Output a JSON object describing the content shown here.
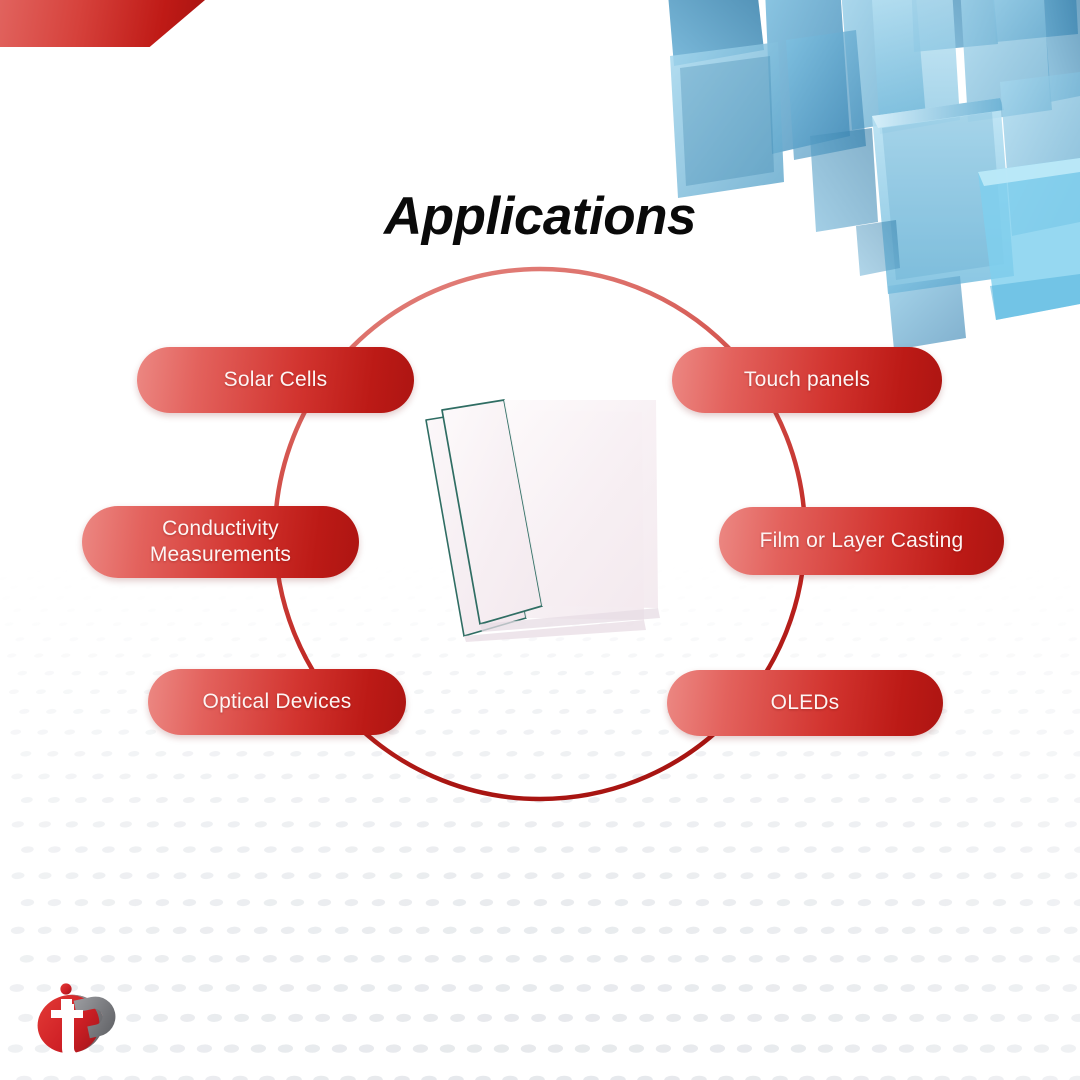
{
  "page": {
    "title": "Applications",
    "background_color": "#ffffff"
  },
  "decor": {
    "top_banner": {
      "name": "red-angled-banner",
      "color_light": "#e1635e",
      "color_dark": "#a81411"
    },
    "glass_panels": {
      "name": "blue-glass-panels",
      "color_light": "#9fd4ec",
      "color_mid": "#5ba6cd",
      "color_dark": "#2d7ba6"
    },
    "dot_pattern": {
      "name": "halftone-dot-field",
      "color": "#e4e6ea"
    },
    "center_graphic": {
      "name": "stacked-film-sheets",
      "edge_color": "#2f6d63",
      "face_color": "#fbf6f8"
    },
    "ring": {
      "name": "red-circle-outline",
      "color_light": "#e07a74",
      "color_dark": "#b71a16"
    }
  },
  "diagram": {
    "left_items": [
      {
        "label": "Solar Cells",
        "name": "pill-solar-cells"
      },
      {
        "label": "Conductivity\nMeasurements",
        "line1": "Conductivity",
        "line2": "Measurements",
        "name": "pill-conductivity-measurements"
      },
      {
        "label": "Optical Devices",
        "name": "pill-optical-devices"
      }
    ],
    "right_items": [
      {
        "label": "Touch panels",
        "name": "pill-touch-panels"
      },
      {
        "label": "Film or Layer Casting",
        "name": "pill-film-or-layer-casting"
      },
      {
        "label": "OLEDs",
        "name": "pill-oleds"
      }
    ]
  },
  "logo": {
    "name": "company-logo",
    "letters": "it",
    "red": "#cf2026",
    "gray": "#6d6e71"
  }
}
